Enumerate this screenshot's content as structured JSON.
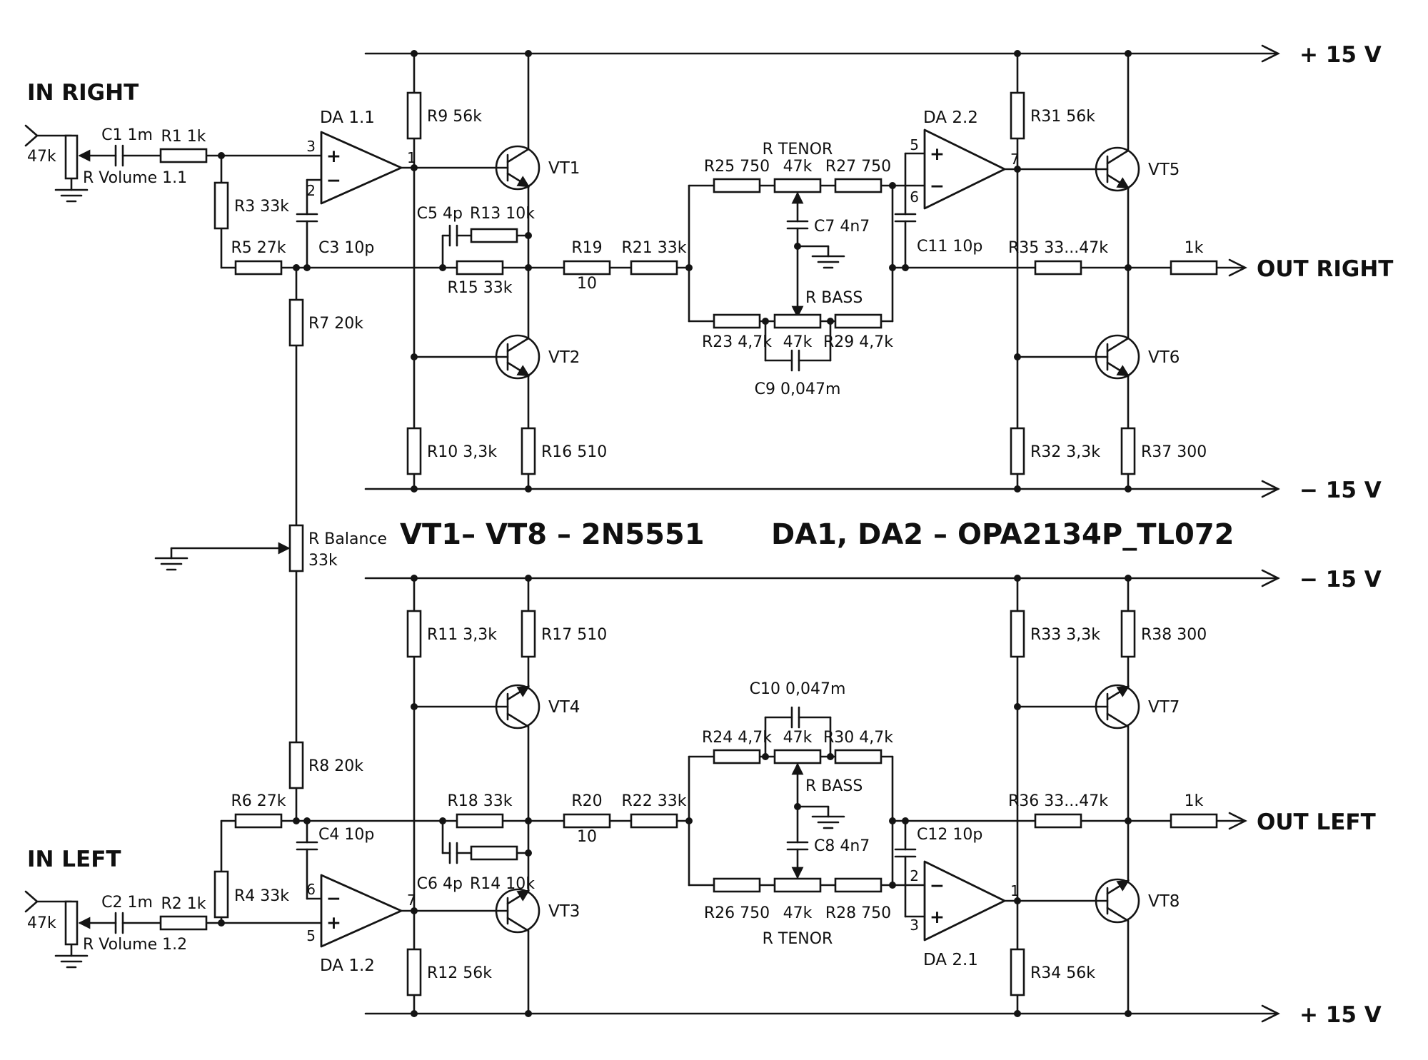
{
  "colors": {
    "ink": "#141414",
    "paper": "#ffffff"
  },
  "labels": {
    "in_right": "IN RIGHT",
    "in_left": "IN LEFT",
    "out_right": "OUT RIGHT",
    "out_left": "OUT LEFT",
    "rail_p15_top": "+ 15 V",
    "rail_m15_top": "− 15 V",
    "rail_m15_bot": "− 15 V",
    "rail_p15_bot": "+ 15 V",
    "note_vt": "VT1– VT8 – 2N5551",
    "note_da": "DA1, DA2 – OPA2134P_TL072",
    "r1": "R1 1k",
    "r2": "R2 1k",
    "r3": "R3 33k",
    "r4": "R4 33k",
    "r5": "R5 27k",
    "r6": "R6 27k",
    "r7": "R7 20k",
    "r8": "R8 20k",
    "r9": "R9 56k",
    "r10": "R10 3,3k",
    "r11": "R11 3,3k",
    "r12": "R12 56k",
    "r13": "R13 10k",
    "r14": "R14 10k",
    "r15": "R15 33k",
    "r18": "R18 33k",
    "r16": "R16 510",
    "r17": "R17 510",
    "r19": "R19",
    "r19_val": "10",
    "r20": "R20",
    "r20_val": "10",
    "r21": "R21 33k",
    "r22": "R22 33k",
    "r23": "R23 4,7k",
    "r24": "R24 4,7k",
    "r25": "R25 750",
    "r26": "R26 750",
    "r27": "R27 750",
    "r28": "R28 750",
    "r29": "R29 4,7k",
    "r30": "R30 4,7k",
    "r31": "R31 56k",
    "r32": "R32 3,3k",
    "r33": "R33 3,3k",
    "r34": "R34 56k",
    "r35": "R35 33...47k",
    "r36": "R36 33...47k",
    "r37": "R37 300",
    "r38": "R38 300",
    "r_out_right": "1k",
    "r_out_left": "1k",
    "c1": "C1 1m",
    "c2": "C2 1m",
    "c3": "C3 10p",
    "c4": "C4 10p",
    "c5": "C5 4p",
    "c6": "C6 4p",
    "c7": "C7 4n7",
    "c8": "C8 4n7",
    "c9": "C9 0,047m",
    "c10": "C10 0,047m",
    "c11": "C11 10p",
    "c12": "C12 10p",
    "vol1_name": "R Volume 1.1",
    "vol2_name": "R Volume 1.2",
    "vol1_val": "47k",
    "vol2_val": "47k",
    "bal_name": "R Balance",
    "bal_val": "33k",
    "tenor_right": "R TENOR",
    "bass_right": "R BASS",
    "tenor_left": "R TENOR",
    "bass_left": "R BASS",
    "pot_tenor_right": "47k",
    "pot_bass_right": "47k",
    "pot_bass_left": "47k",
    "pot_tenor_left": "47k",
    "da11": "DA 1.1",
    "da12": "DA 1.2",
    "da21": "DA 2.1",
    "da22": "DA 2.2",
    "da11_pin_in_p": "3",
    "da11_pin_in_n": "2",
    "da11_pin_out": "1",
    "da12_pin_in_n": "6",
    "da12_pin_in_p": "5",
    "da12_pin_out": "7",
    "da22_pin_in_p": "5",
    "da22_pin_in_n": "6",
    "da22_pin_out": "7",
    "da21_pin_in_n": "2",
    "da21_pin_in_p": "3",
    "da21_pin_out": "1",
    "sign_plus": "+",
    "sign_minus": "−",
    "vt1": "VT1",
    "vt2": "VT2",
    "vt3": "VT3",
    "vt4": "VT4",
    "vt5": "VT5",
    "vt6": "VT6",
    "vt7": "VT7",
    "vt8": "VT8"
  }
}
